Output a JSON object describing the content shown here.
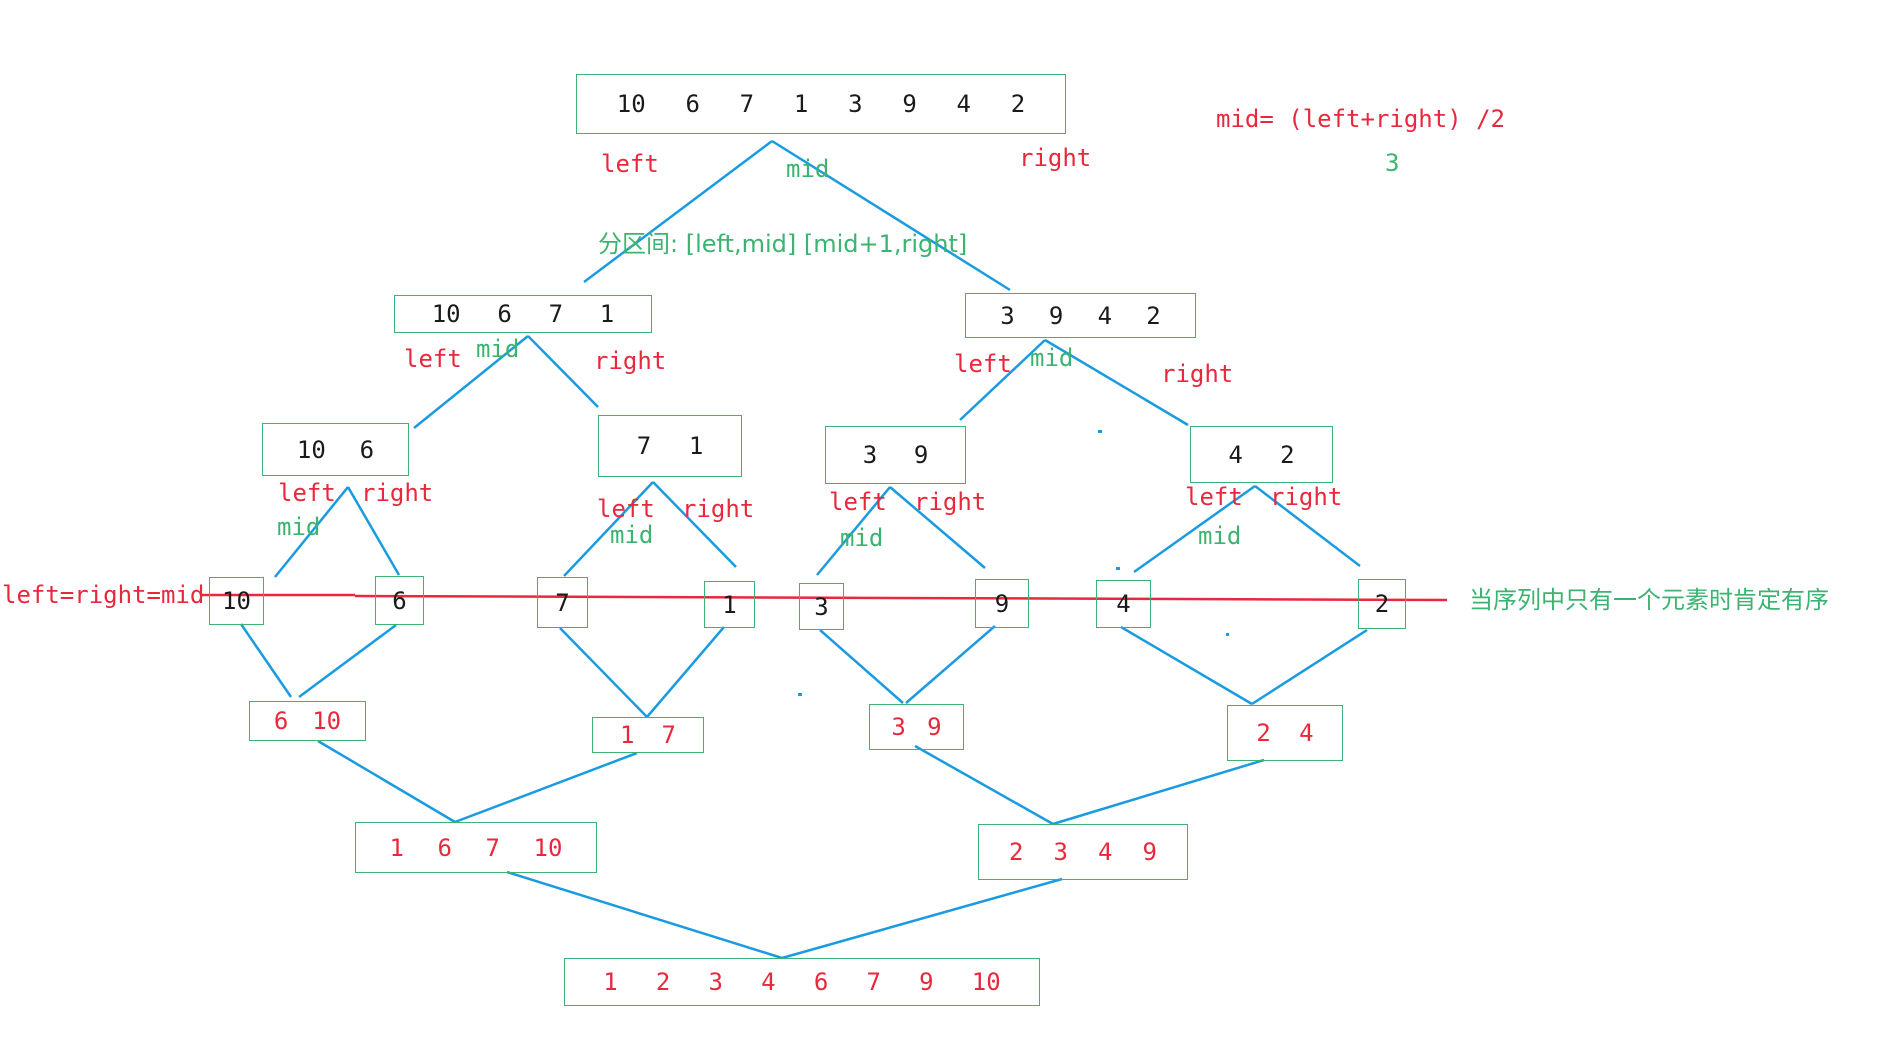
{
  "formula": "mid= (left+right) /2",
  "formula_value": "3",
  "partition_label": "分区间: [left,mid] [mid+1,right]",
  "base_case_label": "left=right=mid",
  "base_case_note": "当序列中只有一个元素时肯定有序",
  "word_left": "left",
  "word_right": "right",
  "word_mid": "mid",
  "level0": {
    "values": [
      "10",
      "6",
      "7",
      "1",
      "3",
      "9",
      "4",
      "2"
    ]
  },
  "level1": [
    {
      "values": [
        "10",
        "6",
        "7",
        "1"
      ]
    },
    {
      "values": [
        "3",
        "9",
        "4",
        "2"
      ]
    }
  ],
  "level2": [
    {
      "values": [
        "10",
        "6"
      ]
    },
    {
      "values": [
        "7",
        "1"
      ]
    },
    {
      "values": [
        "3",
        "9"
      ]
    },
    {
      "values": [
        "4",
        "2"
      ]
    }
  ],
  "level3": [
    {
      "values": [
        "10"
      ]
    },
    {
      "values": [
        "6"
      ]
    },
    {
      "values": [
        "7"
      ]
    },
    {
      "values": [
        "1"
      ]
    },
    {
      "values": [
        "3"
      ]
    },
    {
      "values": [
        "9"
      ]
    },
    {
      "values": [
        "4"
      ]
    },
    {
      "values": [
        "2"
      ]
    }
  ],
  "merge1": [
    {
      "values": [
        "6",
        "10"
      ]
    },
    {
      "values": [
        "1",
        "7"
      ]
    },
    {
      "values": [
        "3",
        "9"
      ]
    },
    {
      "values": [
        "2",
        "4"
      ]
    }
  ],
  "merge2": [
    {
      "values": [
        "1",
        "6",
        "7",
        "10"
      ]
    },
    {
      "values": [
        "2",
        "3",
        "4",
        "9"
      ]
    }
  ],
  "merge3": {
    "values": [
      "1",
      "2",
      "3",
      "4",
      "6",
      "7",
      "9",
      "10"
    ]
  },
  "colors": {
    "box_border": "#3cb371",
    "line": "#1a9be0",
    "label_red": "#e8283c",
    "label_green": "#3cb371",
    "text_black": "#1a1a1a"
  }
}
